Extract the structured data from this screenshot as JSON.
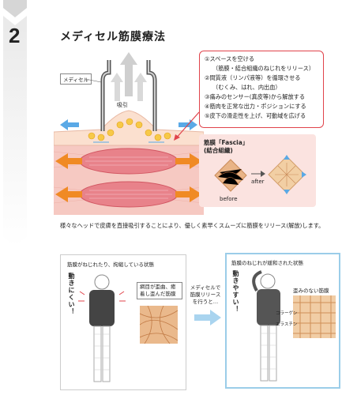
{
  "step_number": "2",
  "title": "メディセル筋膜療法",
  "diagram": {
    "device_label": "メディセル",
    "suction_label": "吸引"
  },
  "benefits": [
    "①スペースを空ける",
    "（筋膜・結合組織のねじれをリリース）",
    "②間質液（リンパ液等）を循環させる",
    "（むくみ、はれ、内出血）",
    "③痛みのセンサー(真皮等)から解放する",
    "④筋肉を正常な出力・ポジションにする",
    "⑤皮下の滑走性を上げ、可動域を広げる"
  ],
  "fascia": {
    "title_line1": "筋膜「Fascia」",
    "title_line2": "(結合組織)",
    "before_label": "before",
    "after_label": "after"
  },
  "description": "様々なヘッドで皮膚を直接吸引することにより、優しく素早くスムーズに筋膜をリリース(解放)します。",
  "comparison": {
    "before": {
      "caption": "筋膜がねじれたり、拘縮している状態",
      "side_text": "動きにくい！",
      "bubble": "網目が歪曲、癒着し歪んだ筋膜"
    },
    "transition_text": "メディセルで筋膜リリースを行うと…",
    "after": {
      "caption": "筋膜のねじれが緩和された状態",
      "side_text": "動きやすい！",
      "bubble_title": "歪みのない筋膜",
      "label_collagen": "コラーゲン",
      "label_elastin": "エラスチン"
    }
  },
  "colors": {
    "accent_red": "#e0434b",
    "pink_bg": "#fbe3e0",
    "blue_frame": "#9bcde9",
    "arrow_orange": "#f08a24",
    "arrow_blue": "#5aa9e6"
  }
}
